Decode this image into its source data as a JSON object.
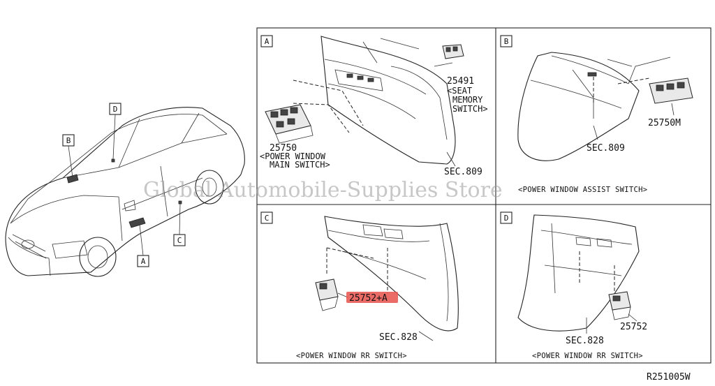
{
  "panels": {
    "A": {
      "letter": "A",
      "part1_number": "25491",
      "part1_caption": [
        "<SEAT",
        "MEMORY",
        "SWITCH>"
      ],
      "part2_number": "25750",
      "part2_caption": [
        "<POWER WINDOW",
        "MAIN SWITCH>"
      ],
      "section": "SEC.809"
    },
    "B": {
      "letter": "B",
      "part_number": "25750M",
      "section": "SEC.809",
      "caption": "<POWER WINDOW ASSIST SWITCH>"
    },
    "C": {
      "letter": "C",
      "part_number": "25752+A",
      "section": "SEC.828",
      "caption": "<POWER WINDOW RR SWITCH>",
      "highlight_color": "#e8514c"
    },
    "D": {
      "letter": "D",
      "part_number": "25752",
      "section": "SEC.828",
      "caption": "<POWER WINDOW RR SWITCH>"
    }
  },
  "car_callouts": [
    "A",
    "B",
    "C",
    "D"
  ],
  "watermark": "Global Automobile-Supplies Store",
  "figure_code": "R251005W"
}
